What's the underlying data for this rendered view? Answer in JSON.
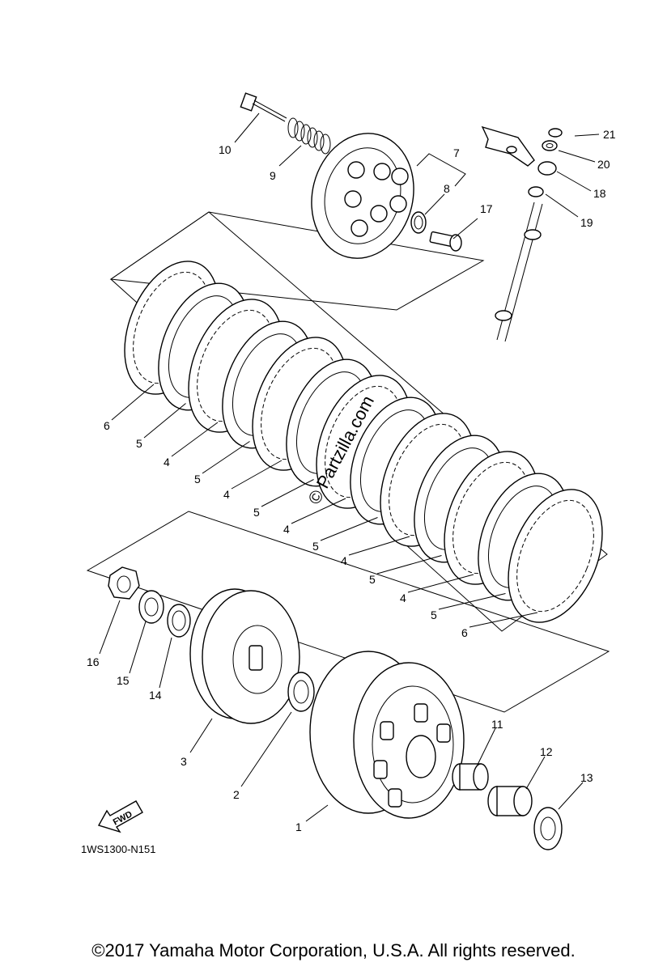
{
  "diagram": {
    "code": "1WS1300-N151",
    "fwd_label": "FWD",
    "watermark": "© Partzilla.com",
    "copyright": "©2017 Yamaha Motor Corporation, U.S.A. All rights reserved."
  },
  "callouts": [
    "1",
    "2",
    "3",
    "4",
    "5",
    "6",
    "7",
    "8",
    "9",
    "10",
    "11",
    "12",
    "13",
    "14",
    "15",
    "16",
    "17",
    "18",
    "19",
    "20",
    "21"
  ],
  "plate_callouts": [
    "6",
    "5",
    "4",
    "5",
    "4",
    "5",
    "4",
    "5",
    "4",
    "5",
    "4",
    "5",
    "6"
  ]
}
